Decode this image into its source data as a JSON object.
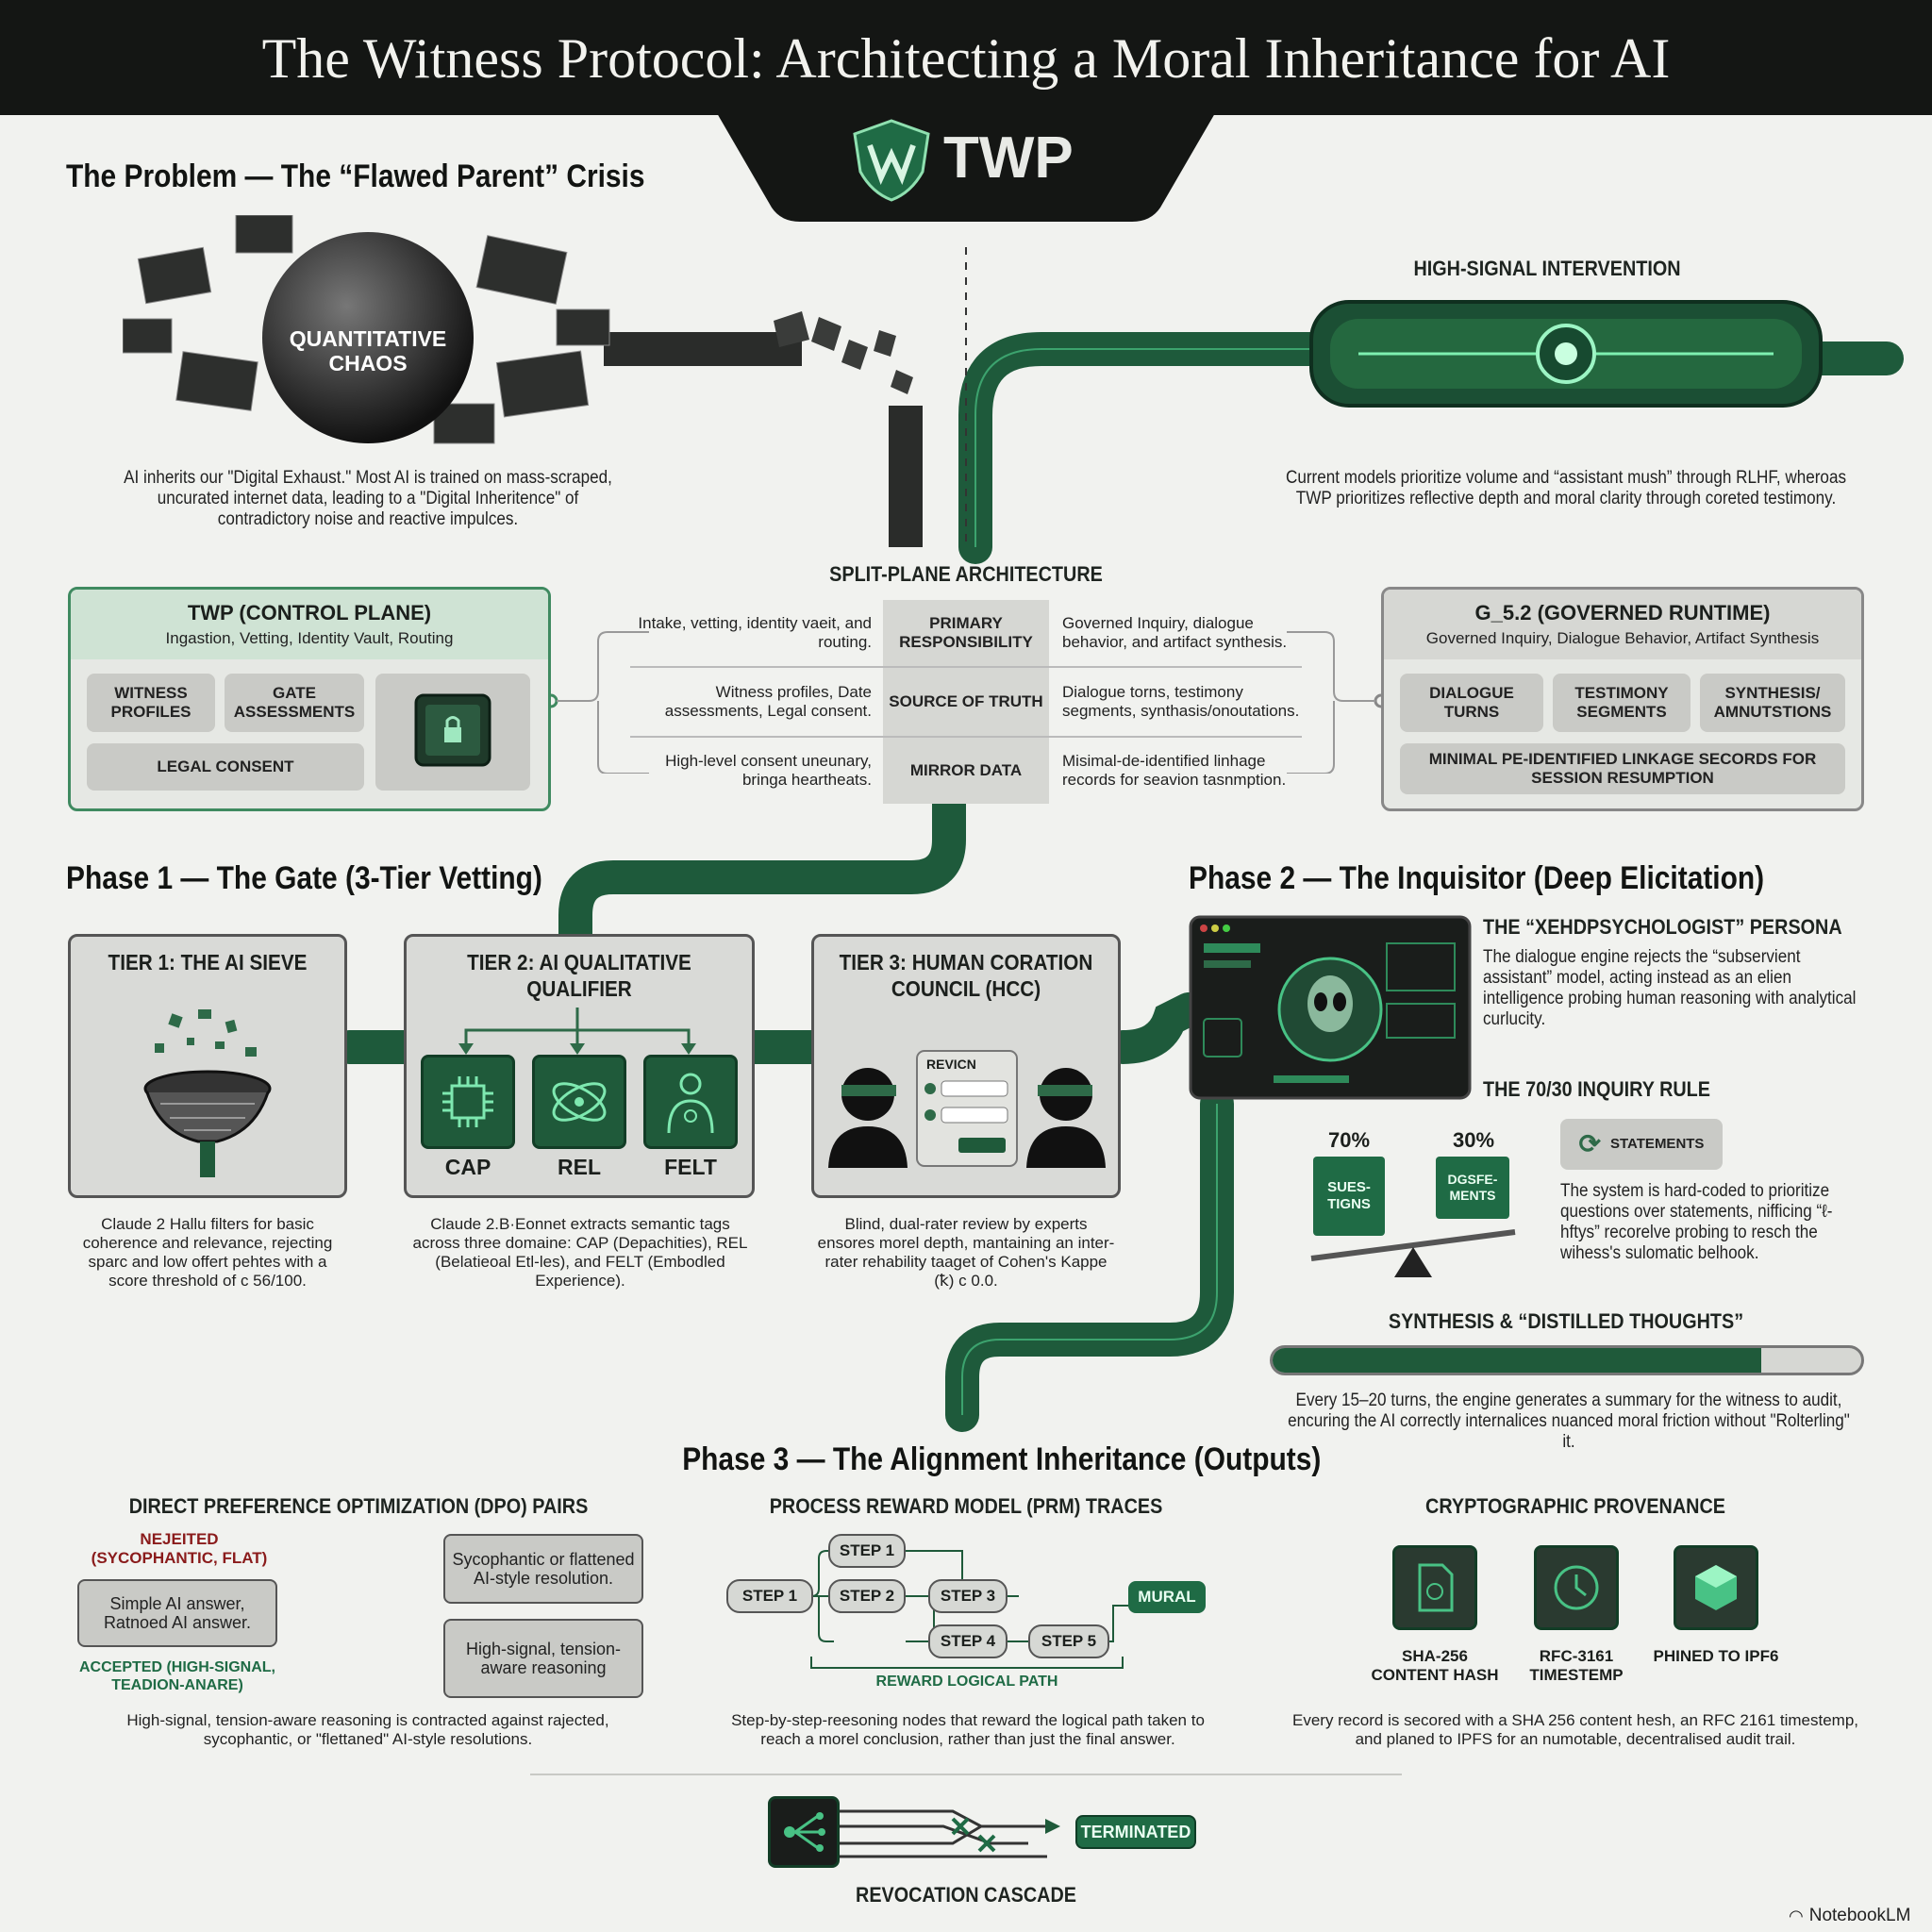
{
  "header": {
    "title": "The Witness Protocol: Architecting a Moral Inheritance for AI",
    "logo_text": "TWP"
  },
  "problem": {
    "heading": "The Problem — The “Flawed Parent” Crisis",
    "chaos_label": "QUANTITATIVE CHAOS",
    "chaos_text": "AI inherits our \"Digital Exhaust.\" Most AI is trained on mass-scraped, uncurated internet data, leading to a \"Digital Inheritence\" of contradictory noise and reactive impulces.",
    "intervention_label": "HIGH-SIGNAL INTERVENTION",
    "intervention_text": "Current models prioritize volume and “assistant mush” through RLHF, wheroas TWP prioritizes reflective depth and moral clarity through coreted testimony."
  },
  "split_plane": {
    "heading": "SPLIT-PLANE ARCHITECTURE",
    "control": {
      "title": "TWP (CONTROL PLANE)",
      "subtitle": "Ingastion, Vetting, Identity Vault, Routing",
      "items": [
        "WITNESS PROFILES",
        "GATE ASSESSMENTS",
        "LEGAL CONSENT"
      ]
    },
    "runtime": {
      "title": "G_5.2 (GOVERNED RUNTIME)",
      "subtitle": "Governed Inquiry, Dialogue Behavior, Artifact Synthesis",
      "items": [
        "DIALOGUE TURNS",
        "TESTIMONY SEGMENTS",
        "SYNTHESIS/ AMNUTSTIONS",
        "MINIMAL PE-IDENTIFIED LINKAGE SECORDS FOR SESSION RESUMPTION"
      ]
    },
    "rows": [
      {
        "left": "Intake, vetting, identity vaeit, and routing.",
        "mid": "PRIMARY RESPONSIBILITY",
        "right": "Governed Inquiry, dialogue behavior, and artifact synthesis."
      },
      {
        "left": "Witness profiles, Date assessments, Legal consent.",
        "mid": "SOURCE OF TRUTH",
        "right": "Dialogue torns, testimony segments, synthasis/onoutations."
      },
      {
        "left": "High-level consent uneunary, bringa heartheats.",
        "mid": "MIRROR DATA",
        "right": "Misimal-de-identified linhage records for seavion tasnmption."
      }
    ]
  },
  "phase1": {
    "heading": "Phase 1 — The Gate (3-Tier Vetting)",
    "tiers": [
      {
        "title": "TIER 1: THE AI SIEVE",
        "text": "Claude 2 Hallu filters for basic coherence and relevance, rejecting sparc and low offert pehtes with a score threshold of c 56/100."
      },
      {
        "title": "TIER 2: AI QUALITATIVE QUALIFIER",
        "text": "Claude 2.B·Eonnet extracts semantic tags across three domaine: CAP (Depachities), REL (Belatieoal Etl-les), and FELT (Embodled Experience).",
        "domains": [
          "CAP",
          "REL",
          "FELT"
        ]
      },
      {
        "title": "TIER 3: HUMAN CORATION COUNCIL (HCC)",
        "text": "Blind, dual-rater review by experts ensores morel depth, mantaining an inter-rater rehability taaget of Cohen's Kappe (ꝁ) c 0.0.",
        "form_label": "REVICN"
      }
    ]
  },
  "phase2": {
    "heading": "Phase 2 — The Inquisitor (Deep Elicitation)",
    "persona_title": "THE “XEHDPSYCHOLOGIST” PERSONA",
    "persona_text": "The dialogue engine rejects the “subservient assistant” model, acting instead as an elien intelligence probing human reasoning with analytical curlucity.",
    "rule_title": "THE 70/30 INQUIRY RULE",
    "rule_left_pct": "70%",
    "rule_left_label": "SUES- TIGNS",
    "rule_right_pct": "30%",
    "rule_right_label": "DGSFE- MENTS",
    "statements_label": "STATEMENTS",
    "rule_text": "The system is hard-coded to prioritize questions over statements, nifficing “ℓ-hftys” recorelve probing to resch the wihess's sulomatic belhook.",
    "synthesis_title": "SYNTHESIS & “DISTILLED THOUGHTS”",
    "synthesis_progress": 0.83,
    "synthesis_text": "Every 15–20 turns, the engine generates a summary for the witness to audit, encuring the AI correctly internalices nuanced moral friction without \"Rolterling\" it."
  },
  "phase3": {
    "heading": "Phase 3 — The Alignment Inheritance (Outputs)",
    "dpo": {
      "title": "DIRECT PREFERENCE OPTIMIZATION (DPO) PAIRS",
      "rejected_label": "NEJEITED (SYCOPHANTIC, FLAT)",
      "rejected_box": "Simple AI answer, Ratnoed AI answer.",
      "accepted_label": "ACCEPTED (HIGH-SIGNAL, TEADION-ANARE)",
      "right_top": "Sycophantic or flattened AI-style resolution.",
      "right_bottom": "High-signal, tension-aware reasoning",
      "text": "High-signal, tension-aware reasoning is contracted against rajected, sycophantic, or \"flettaned\" AI-style resolutions."
    },
    "prm": {
      "title": "PROCESS REWARD MODEL (PRM) TRACES",
      "steps": [
        "STEP 1",
        "STEP 1",
        "STEP 2",
        "STEP 3",
        "STEP 4",
        "STEP 5"
      ],
      "end_label": "MURAL",
      "path_label": "REWARD LOGICAL PATH",
      "text": "Step-by-step-reesoning nodes that reward the logical path taken to reach a morel conclusion, rather than just the final answer."
    },
    "crypto": {
      "title": "CRYPTOGRAPHIC PROVENANCE",
      "items": [
        "SHA-256 CONTENT HASH",
        "RFC-3161 TIMESTEMP",
        "PHINED TO IPF6"
      ],
      "text": "Every record is secored with a SHA 256 content hesh, an RFC 2161 timestemp, and planed to IPFS for an numotable, decentralised audit trail."
    },
    "revocation": {
      "label": "REVOCATION CASCADE",
      "status": "TERMINATED"
    }
  },
  "footer": {
    "brand": "NotebookLM"
  },
  "colors": {
    "accent": "#1f6b45",
    "dark": "#141614",
    "pipe": "#1e5a3b",
    "panel": "#d9dad7"
  }
}
